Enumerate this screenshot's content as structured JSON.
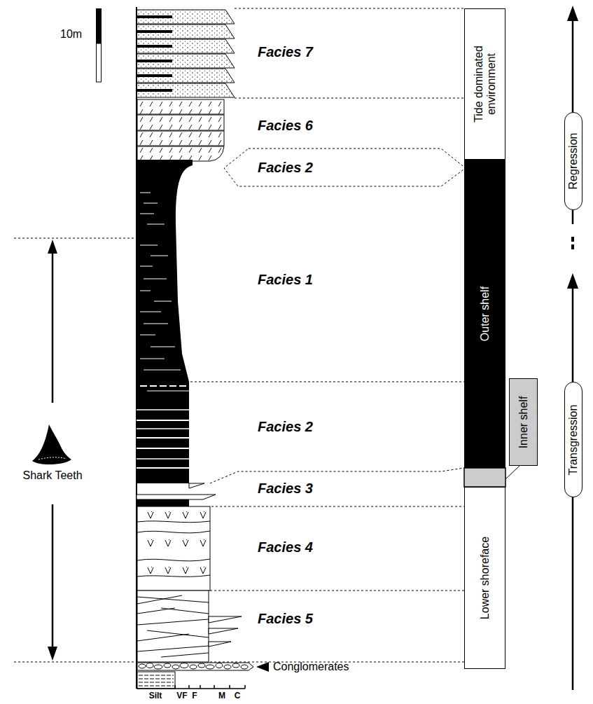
{
  "diagram": {
    "nodes": [
      {
        "text": [
          "Tide dominated environment"
        ]
      },
      {
        "text": [
          "Outer shelf"
        ]
      },
      {
        "text": [
          "Inner shelf"
        ]
      },
      {
        "text": [
          "Lower shoreface"
        ]
      },
      {
        "text": [
          "Regression"
        ]
      },
      {
        "text": [
          "Transgression"
        ]
      }
    ],
    "labels": [
      "10m",
      "Facies 7",
      "Facies 6",
      "Facies 2",
      "Facies 1",
      "Facies 2",
      "Facies 3",
      "Facies 4",
      "Facies 5",
      "Shark Teeth",
      "Conglomerates",
      "Silt",
      "VF",
      "F",
      "M",
      "C"
    ]
  }
}
